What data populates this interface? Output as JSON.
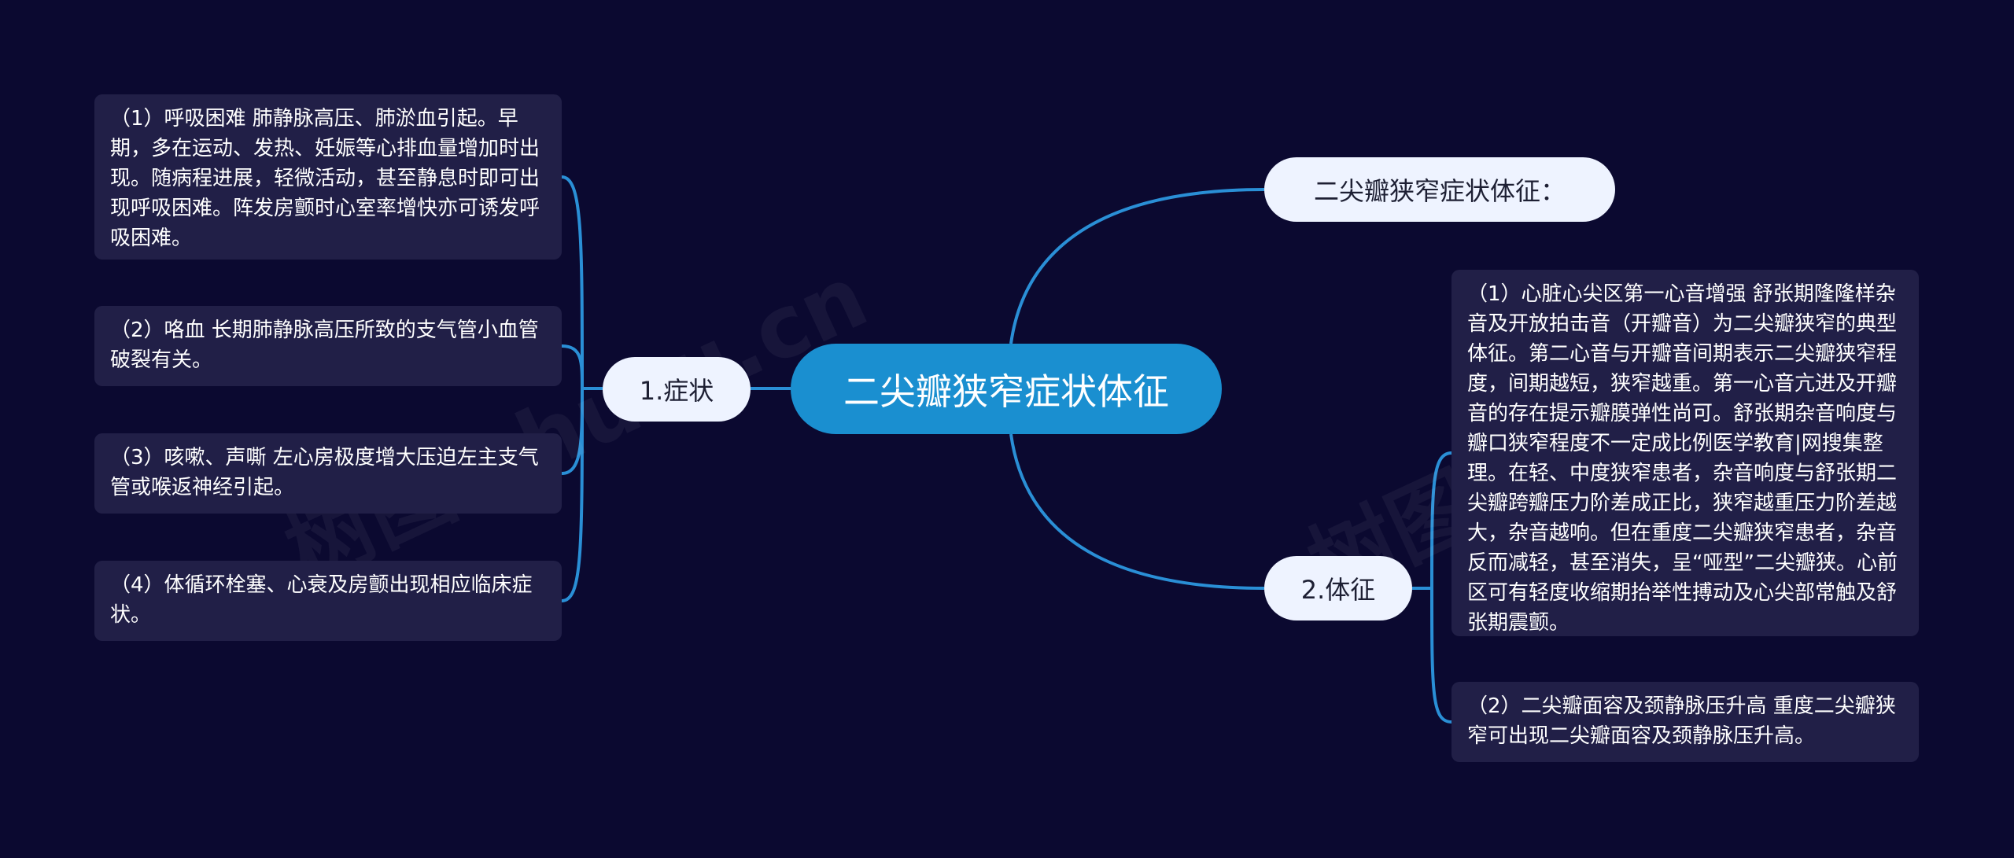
{
  "root": {
    "label": "二尖瓣狭窄症状体征"
  },
  "branches": {
    "symptoms": {
      "label": "1.症状"
    },
    "title_note": {
      "label": "二尖瓣狭窄症状体征："
    },
    "signs": {
      "label": "2.体征"
    }
  },
  "symptoms_items": [
    "（1）呼吸困难 肺静脉高压、肺淤血引起。早期，多在运动、发热、妊娠等心排血量增加时出现。随病程进展，轻微活动，甚至静息时即可出现呼吸困难。阵发房颤时心室率增快亦可诱发呼吸困难。",
    "（2）咯血 长期肺静脉高压所致的支气管小血管破裂有关。",
    "（3）咳嗽、声嘶 左心房极度增大压迫左主支气管或喉返神经引起。",
    "（4）体循环栓塞、心衰及房颤出现相应临床症状。"
  ],
  "signs_items": [
    "（1）心脏心尖区第一心音增强 舒张期隆隆样杂音及开放拍击音（开瓣音）为二尖瓣狭窄的典型体征。第二心音与开瓣音间期表示二尖瓣狭窄程度，间期越短，狭窄越重。第一心音亢进及开瓣音的存在提示瓣膜弹性尚可。舒张期杂音响度与瓣口狭窄程度不一定成比例医学教育|网搜集整理。在轻、中度狭窄患者，杂音响度与舒张期二尖瓣跨瓣压力阶差成正比，狭窄越重压力阶差越大，杂音越响。但在重度二尖瓣狭窄患者，杂音反而减轻，甚至消失，呈“哑型”二尖瓣狭。心前区可有轻度收缩期抬举性搏动及心尖部常触及舒张期震颤。",
    "（2）二尖瓣面容及颈静脉压升高 重度二尖瓣狭窄可出现二尖瓣面容及颈静脉压升高。"
  ],
  "watermark": "树图 shutu.cn",
  "colors": {
    "background": "#0b0930",
    "root": "#1a8fd0",
    "connector": "#2a8fd6",
    "pill": "#eef3ff",
    "leaf": "#211f47"
  }
}
